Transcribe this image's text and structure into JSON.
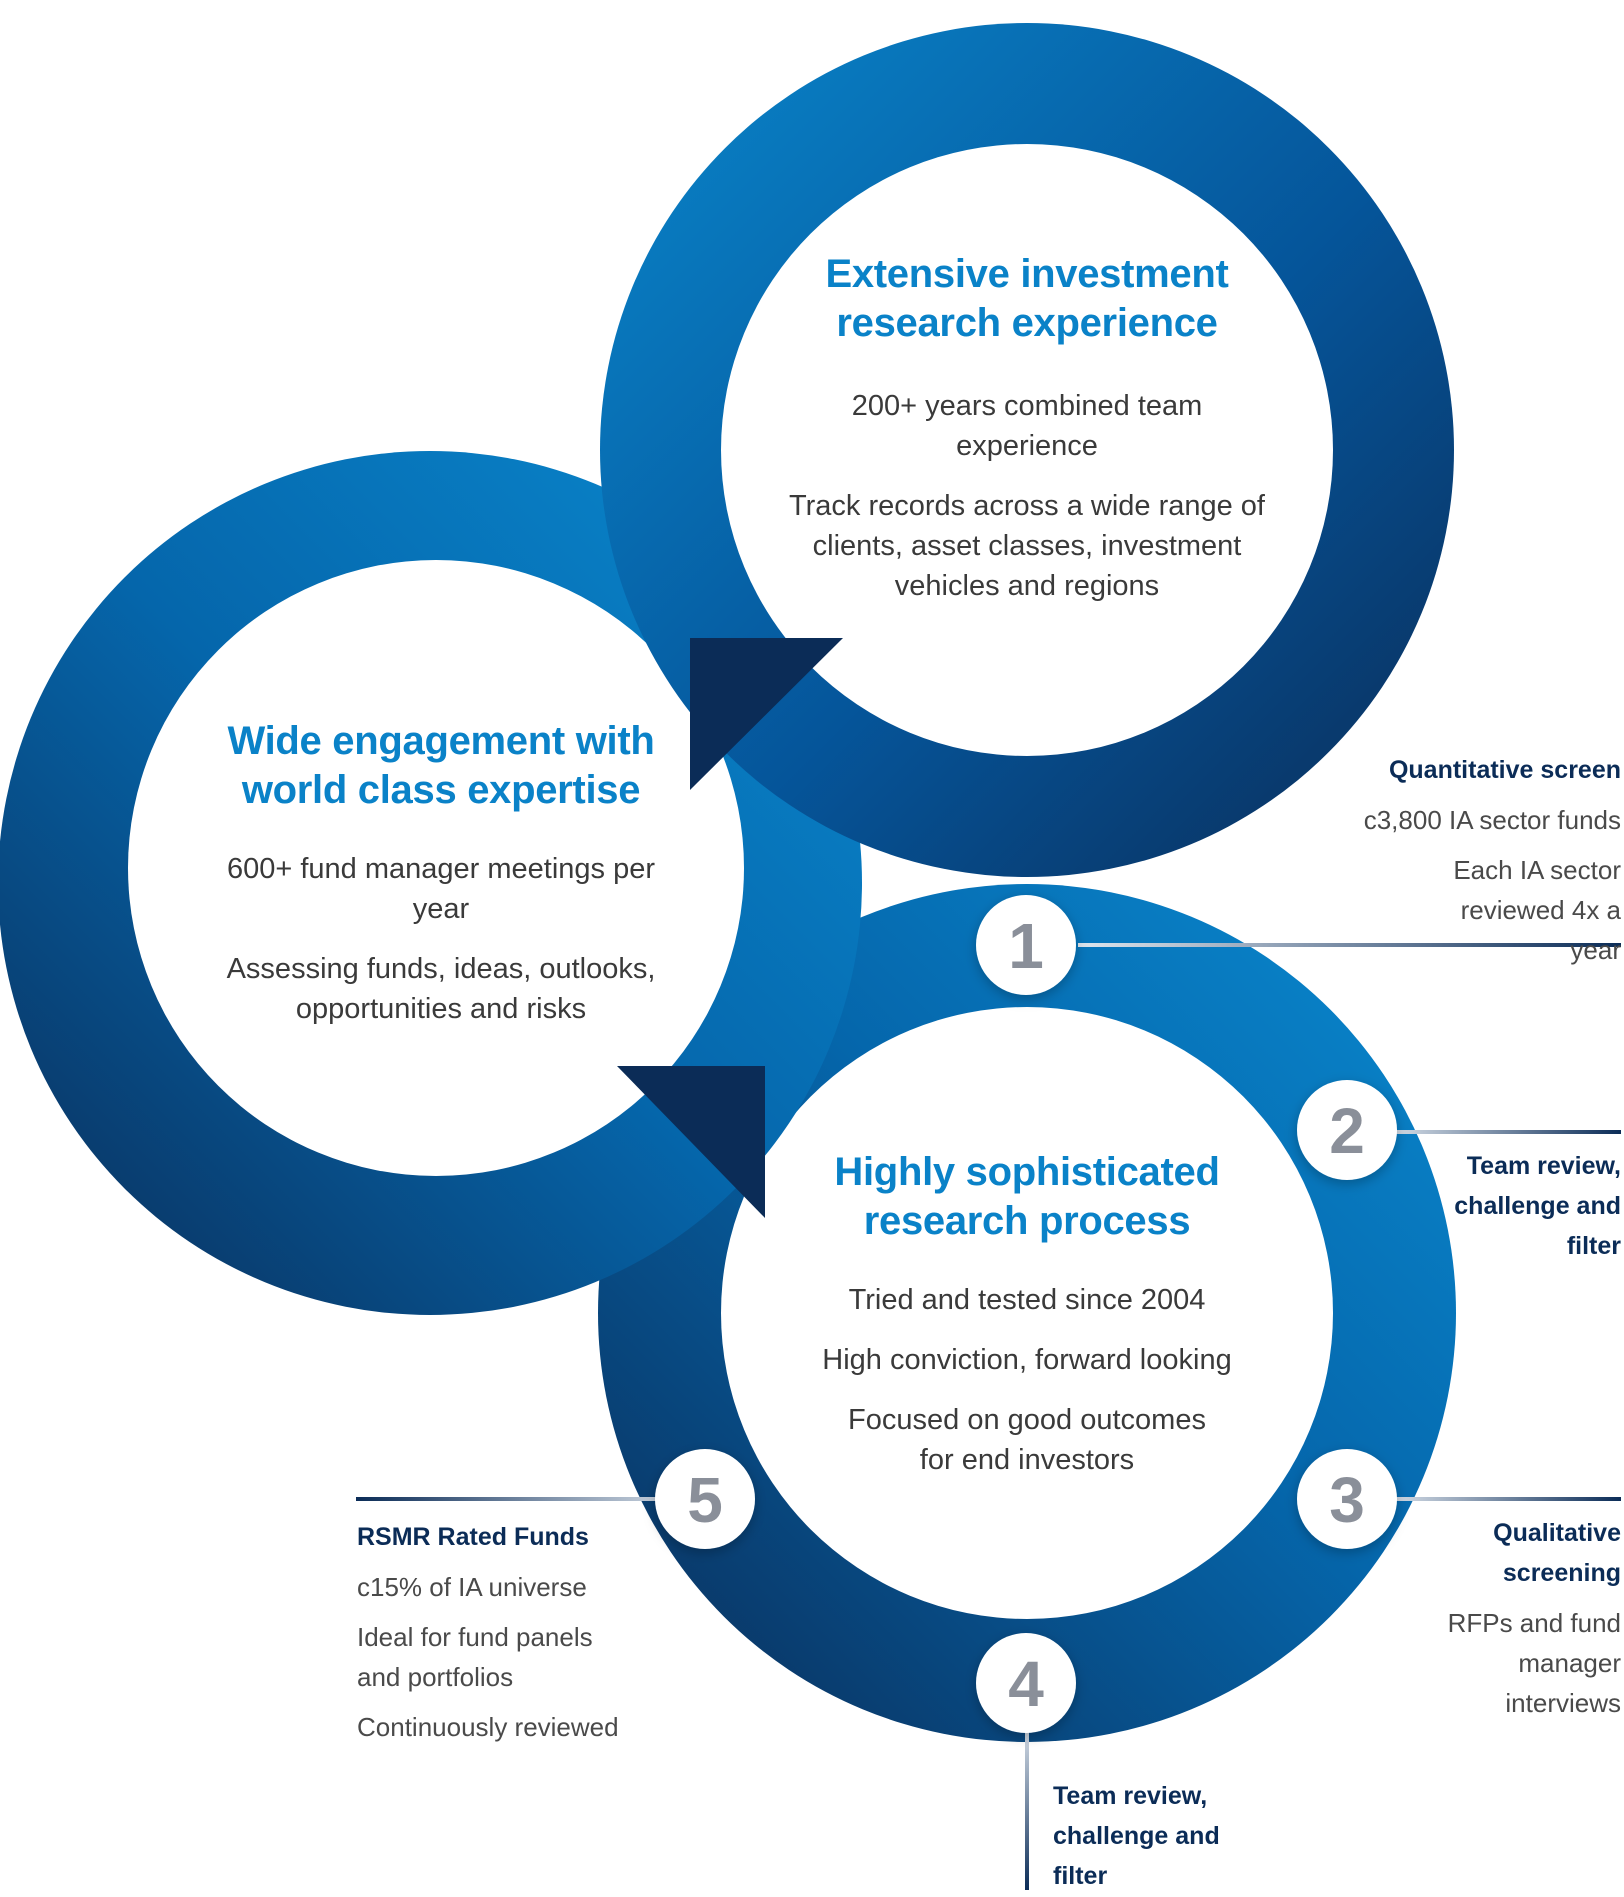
{
  "circles": {
    "top": {
      "title_line1": "Extensive investment",
      "title_line2": "research experience",
      "body": [
        "200+ years combined team experience",
        "Track records across a wide range of clients, asset classes, investment vehicles and regions"
      ]
    },
    "left": {
      "title_line1": "Wide engagement with",
      "title_line2": "world class expertise",
      "body": [
        "600+ fund manager meetings per year",
        "Assessing funds, ideas, outlooks, opportunities and risks"
      ]
    },
    "bottom": {
      "title_line1": "Highly sophisticated",
      "title_line2": "research process",
      "body": [
        "Tried and tested since 2004",
        "High conviction, forward looking",
        "Focused on good outcomes for end investors"
      ]
    }
  },
  "steps": [
    {
      "number": "1",
      "heading": "Quantitative screen",
      "details": [
        "c3,800 IA sector funds",
        "Each IA sector reviewed 4x a year"
      ]
    },
    {
      "number": "2",
      "heading": "Team review, challenge and filter",
      "details": []
    },
    {
      "number": "3",
      "heading": "Qualitative screening",
      "details": [
        "RFPs and fund manager interviews"
      ]
    },
    {
      "number": "4",
      "heading": "Team review, challenge and filter",
      "details": []
    },
    {
      "number": "5",
      "heading": "RSMR Rated Funds",
      "details": [
        "c15% of IA universe",
        "Ideal for fund panels and portfolios",
        "Continuously reviewed"
      ]
    }
  ],
  "colors": {
    "title_blue": "#0a82c8",
    "ring_light": "#0a87cc",
    "ring_mid": "#0468ad",
    "ring_dark": "#0b2c57",
    "number_grey": "#8a8f99",
    "heading_navy": "#0b2c57"
  }
}
